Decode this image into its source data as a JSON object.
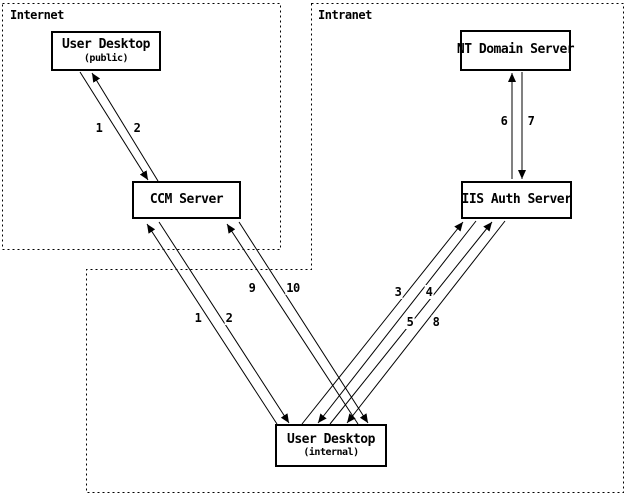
{
  "diagram": {
    "colors": {
      "foreground": "#000000",
      "background": "#ffffff"
    },
    "zones": [
      {
        "id": "internet",
        "label": "Internet"
      },
      {
        "id": "intranet",
        "label": "Intranet"
      }
    ],
    "nodes": [
      {
        "id": "user-desktop-public",
        "title": "User Desktop",
        "subtitle": "(public)"
      },
      {
        "id": "ccm-server",
        "title": "CCM Server",
        "subtitle": ""
      },
      {
        "id": "nt-domain-server",
        "title": "NT Domain Server",
        "subtitle": ""
      },
      {
        "id": "iis-auth-server",
        "title": "IIS Auth Server",
        "subtitle": ""
      },
      {
        "id": "user-desktop-internal",
        "title": "User Desktop",
        "subtitle": "(internal)"
      }
    ],
    "edges": [
      {
        "label": "1",
        "from": "user-desktop-public",
        "to": "ccm-server"
      },
      {
        "label": "2",
        "from": "ccm-server",
        "to": "user-desktop-public"
      },
      {
        "label": "1",
        "from": "user-desktop-internal",
        "to": "ccm-server"
      },
      {
        "label": "2",
        "from": "ccm-server",
        "to": "user-desktop-internal"
      },
      {
        "label": "9",
        "from": "user-desktop-internal",
        "to": "ccm-server"
      },
      {
        "label": "10",
        "from": "ccm-server",
        "to": "user-desktop-internal"
      },
      {
        "label": "3",
        "from": "user-desktop-internal",
        "to": "iis-auth-server"
      },
      {
        "label": "4",
        "from": "iis-auth-server",
        "to": "user-desktop-internal"
      },
      {
        "label": "5",
        "from": "user-desktop-internal",
        "to": "iis-auth-server"
      },
      {
        "label": "8",
        "from": "iis-auth-server",
        "to": "user-desktop-internal"
      },
      {
        "label": "6",
        "from": "iis-auth-server",
        "to": "nt-domain-server"
      },
      {
        "label": "7",
        "from": "nt-domain-server",
        "to": "iis-auth-server"
      }
    ]
  }
}
